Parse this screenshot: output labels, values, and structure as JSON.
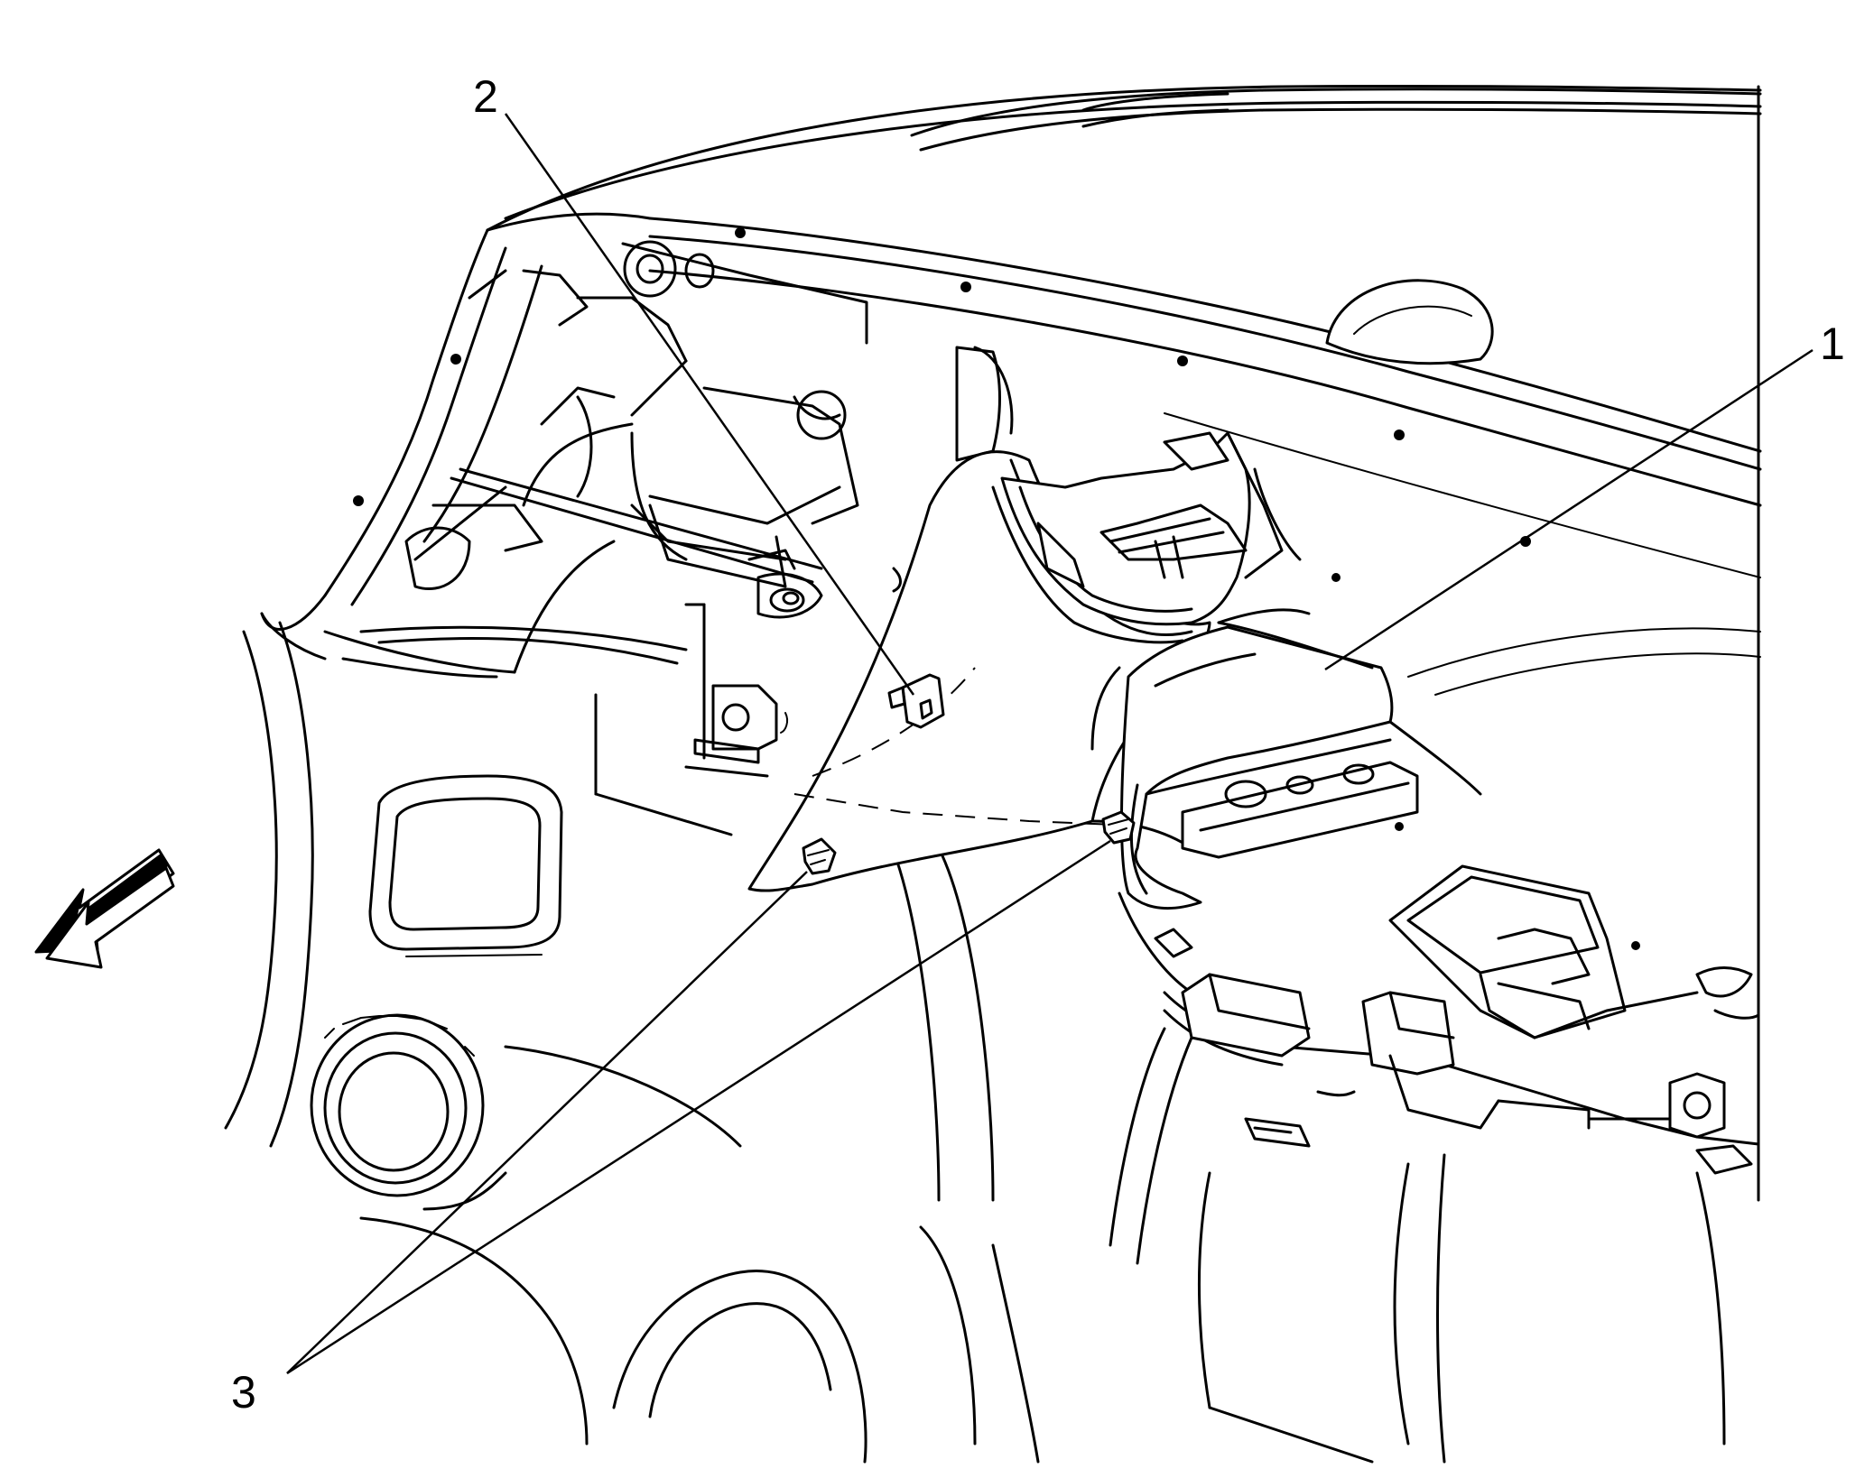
{
  "callouts": [
    {
      "id": "1",
      "label": "1"
    },
    {
      "id": "2",
      "label": "2"
    },
    {
      "id": "3",
      "label": "3"
    }
  ],
  "icons": {
    "direction_arrow": "forward-arrow-icon"
  },
  "colors": {
    "line": "#000000",
    "background": "#ffffff"
  }
}
